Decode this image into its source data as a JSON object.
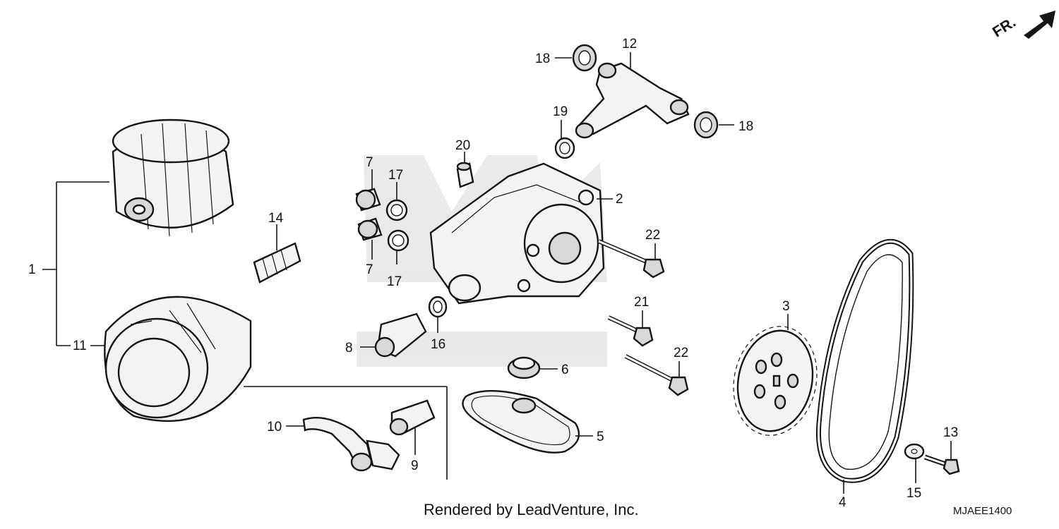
{
  "diagram": {
    "direction_label": "FR.",
    "credit": "Rendered by LeadVenture, Inc.",
    "code": "MJAEE1400",
    "callouts": [
      {
        "id": "c1",
        "text": "1"
      },
      {
        "id": "c11",
        "text": "11"
      },
      {
        "id": "c14",
        "text": "14"
      },
      {
        "id": "c7a",
        "text": "7"
      },
      {
        "id": "c7b",
        "text": "7"
      },
      {
        "id": "c17a",
        "text": "17"
      },
      {
        "id": "c17b",
        "text": "17"
      },
      {
        "id": "c20",
        "text": "20"
      },
      {
        "id": "c2",
        "text": "2"
      },
      {
        "id": "c18a",
        "text": "18"
      },
      {
        "id": "c18b",
        "text": "18"
      },
      {
        "id": "c12",
        "text": "12"
      },
      {
        "id": "c19",
        "text": "19"
      },
      {
        "id": "c22a",
        "text": "22"
      },
      {
        "id": "c22b",
        "text": "22"
      },
      {
        "id": "c21",
        "text": "21"
      },
      {
        "id": "c8",
        "text": "8"
      },
      {
        "id": "c16",
        "text": "16"
      },
      {
        "id": "c6",
        "text": "6"
      },
      {
        "id": "c5",
        "text": "5"
      },
      {
        "id": "c10",
        "text": "10"
      },
      {
        "id": "c9",
        "text": "9"
      },
      {
        "id": "c3",
        "text": "3"
      },
      {
        "id": "c4",
        "text": "4"
      },
      {
        "id": "c13",
        "text": "13"
      },
      {
        "id": "c15",
        "text": "15"
      }
    ]
  }
}
